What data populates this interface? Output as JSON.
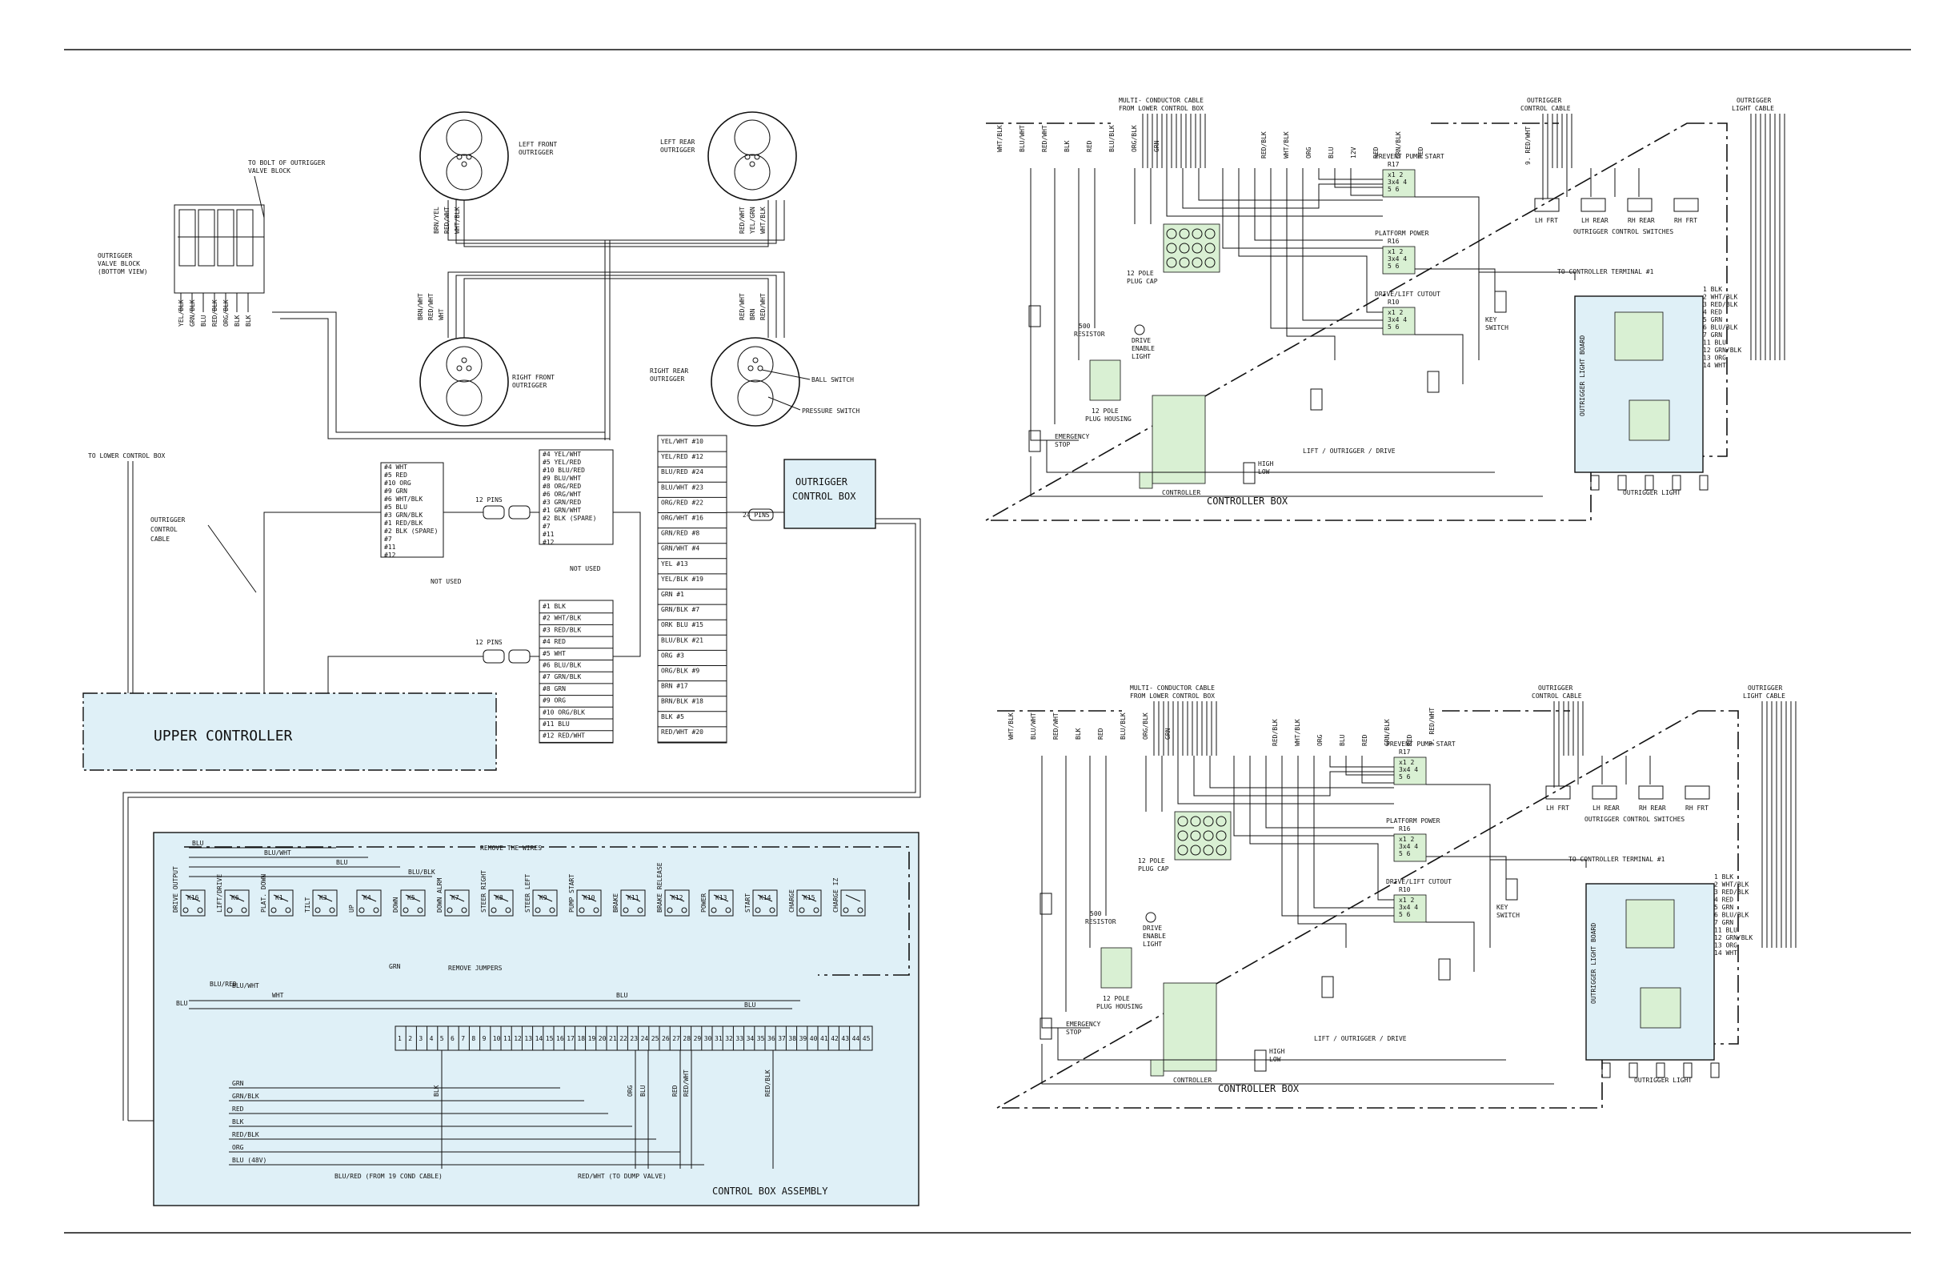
{
  "outrigger": {
    "valve_block": [
      "OUTRIGGER",
      "VALVE BLOCK",
      "(BOTTOM VIEW)"
    ],
    "to_bolt": [
      "TO BOLT OF OUTRIGGER",
      "VALVE BLOCK"
    ],
    "valve_wires": [
      "YEL/BLK",
      "GRN/BLK",
      "BLU",
      "RED/BLK",
      "ORG/BLK",
      "BLK",
      "BLK"
    ],
    "left_front": [
      "LEFT FRONT",
      "OUTRIGGER"
    ],
    "left_rear": [
      "LEFT REAR",
      "OUTRIGGER"
    ],
    "right_front": [
      "RIGHT FRONT",
      "OUTRIGGER"
    ],
    "right_rear": [
      "RIGHT REAR",
      "OUTRIGGER"
    ],
    "ball_switch": "BALL SWITCH",
    "pressure_switch": "PRESSURE SWITCH",
    "lf_wires": [
      "BRN/YEL",
      "RED/WHT",
      "WHT/BLK"
    ],
    "lr_wires": [
      "RED/WHT",
      "YEL/GRN",
      "WHT/BLK"
    ],
    "rf_wires": [
      "BRN/WHT",
      "RED/WHT",
      "WHT"
    ],
    "rr_wires": [
      "RED/WHT",
      "BRN",
      "RED/WHT"
    ]
  },
  "upper_left": {
    "to_lower_control_box": "TO LOWER CONTROL BOX",
    "outrigger_control_cable": [
      "OUTRIGGER",
      "CONTROL",
      "CABLE"
    ],
    "pins_12a": "12 PINS",
    "pins_12b": "12 PINS",
    "pins_24": "24 PINS",
    "outrigger_control_box": [
      "OUTRIGGER",
      "CONTROL BOX"
    ],
    "upper_controller": "UPPER CONTROLLER",
    "conn_a": [
      "#4  WHT",
      "#5  RED",
      "#10  ORG",
      "#9  GRN",
      "#6  WHT/BLK",
      "#5  BLU",
      "#3  GRN/BLK",
      "#1  RED/BLK",
      "#2  BLK (SPARE)",
      "#7",
      "#11",
      "#12"
    ],
    "conn_a_notused": "NOT USED",
    "conn_b": [
      "#4  YEL/WHT",
      "#5  YEL/RED",
      "#10  BLU/RED",
      "#9  BLU/WHT",
      "#8  ORG/RED",
      "#6  ORG/WHT",
      "#3  GRN/RED",
      "#1  GRN/WHT",
      "#2  BLK (SPARE)",
      "#7",
      "#11",
      "#12"
    ],
    "conn_b_notused": "NOT USED",
    "conn_c": [
      "#1  BLK",
      "#2  WHT/BLK",
      "#3  RED/BLK",
      "#4  RED",
      "#5  WHT",
      "#6  BLU/BLK",
      "#7  GRN/BLK",
      "#8  GRN",
      "#9  ORG",
      "#10  ORG/BLK",
      "#11  BLU",
      "#12  RED/WHT"
    ],
    "conn_24": [
      "YEL/WHT #10",
      "YEL/RED #12",
      "BLU/RED #24",
      "BLU/WHT #23",
      "ORG/RED #22",
      "ORG/WHT #16",
      "GRN/RED #8",
      "GRN/WHT #4",
      "YEL #13",
      "YEL/BLK #19",
      "GRN #1",
      "GRN/BLK #7",
      "ORK BLU #15",
      "BLU/BLK #21",
      "ORG #3",
      "ORG/BLK #9",
      "BRN #17",
      "BRN/BLK #18",
      "BLK #5",
      "RED/WHT #20"
    ]
  },
  "control_box": {
    "title": "CONTROL BOX  ASSEMBLY",
    "remove_wires": "REMOVE THE WIRES",
    "remove_jumpers": "REMOVE JUMPERS",
    "relays": [
      "DRIVE OUTPUT",
      "LIFT/DRIVE",
      "PLAT. DOWN",
      "TILT",
      "UP",
      "DOWN",
      "DOWN ALRM",
      "STEER RIGHT",
      "STEER LEFT",
      "PUMP START",
      "BRAKE",
      "BRAKE RELEASE",
      "POWER",
      "START",
      "CHARGE",
      "CHARGE IZ"
    ],
    "relay_ids": [
      "K16",
      "K6",
      "K1",
      "K3",
      "K4",
      "K5",
      "K7",
      "K8",
      "K9",
      "K10",
      "K11",
      "K12",
      "K13",
      "K14",
      "K15"
    ],
    "wires_top": [
      "BLU",
      "BLU/WHT",
      "BLU",
      "BLU/BLK"
    ],
    "wires_mid": [
      "BLU/WHT",
      "WHT",
      "BLU",
      "BLU",
      "GRN",
      "BLU/RED",
      "BLU"
    ],
    "wires_left": [
      "GRN",
      "GRN/BLK",
      "RED",
      "BLK",
      "RED/BLK",
      "ORG",
      "BLU (48V)"
    ],
    "terminal_count": 45,
    "bottom_wires": [
      "BLK",
      "ORG",
      "BLU",
      "RED",
      "RED/WHT",
      "RED/BLK"
    ],
    "blu_red": "BLU/RED (FROM 19 COND CABLE)",
    "red_wht": "RED/WHT (TO DUMP VALVE)"
  },
  "controller_top": {
    "multi_cable": [
      "MULTI- CONDUCTOR CABLE",
      "FROM LOWER CONTROL BOX"
    ],
    "outrigger_control_cable": [
      "OUTRIGGER",
      "CONTROL CABLE"
    ],
    "outrigger_light_cable": [
      "OUTRIGGER",
      "LIGHT CABLE"
    ],
    "prevent_pump_start": [
      "PREVENT PUMP START",
      "R17"
    ],
    "platform_power": [
      "PLATFORM POWER",
      "R16"
    ],
    "drive_lift_cutout": [
      "DRIVE/LIFT CUTOUT",
      "R10"
    ],
    "plug_cap": [
      "12 POLE",
      "PLUG CAP"
    ],
    "resistor": [
      "500",
      "RESISTOR"
    ],
    "drive_enable": [
      "DRIVE",
      "ENABLE",
      "LIGHT"
    ],
    "plug_housing": [
      "12 POLE",
      "PLUG HOUSING"
    ],
    "emergency_stop": [
      "EMERGENCY",
      "STOP"
    ],
    "controller": "CONTROLLER",
    "high_low": [
      "HIGH",
      "LOW"
    ],
    "lift_outrigger_drive": "LIFT / OUTRIGGER / DRIVE",
    "key_switch": [
      "KEY",
      "SWITCH"
    ],
    "to_terminal": "TO CONTROLLER TERMINAL #1",
    "switches": [
      "LH FRT",
      "LH REAR",
      "RH REAR",
      "RH FRT"
    ],
    "switches_caption": "OUTRIGGER CONTROL SWITCHES",
    "light_board": "OUTRIGGER LIGHT BOARD",
    "outrigger_light": "OUTRIGGER LIGHT",
    "box_label": "CONTROLLER BOX",
    "light_pins": [
      "1  BLK",
      "2  WHT/BLK",
      "3  RED/BLK",
      "4  RED",
      "5  GRN",
      "6  BLU/BLK",
      "7  GRN",
      "11  BLU",
      "12  GRN/BLK",
      "13  ORG",
      "14  WHT"
    ],
    "wires": [
      "WHT/BLK",
      "BLU/WHT",
      "RED/WHT",
      "BLK",
      "RED",
      "BLU/BLK",
      "ORG/BLK",
      "GRN",
      "RED/BLK",
      "WHT/BLK",
      "ORG",
      "BLU",
      "12V",
      "RED",
      "GRN/BLK",
      "RED",
      "9. RED/WHT"
    ]
  },
  "controller_bottom": {
    "multi_cable": [
      "MULTI- CONDUCTOR CABLE",
      "FROM LOWER CONTROL BOX"
    ],
    "outrigger_control_cable": [
      "OUTRIGGER",
      "CONTROL CABLE"
    ],
    "outrigger_light_cable": [
      "OUTRIGGER",
      "LIGHT CABLE"
    ],
    "prevent_pump_start": [
      "PREVENT PUMP START",
      "R17"
    ],
    "platform_power": [
      "PLATFORM POWER",
      "R16"
    ],
    "drive_lift_cutout": [
      "DRIVE/LIFT CUTOUT",
      "R10"
    ],
    "plug_cap": [
      "12 POLE",
      "PLUG CAP"
    ],
    "resistor": [
      "500",
      "RESISTOR"
    ],
    "drive_enable": [
      "DRIVE",
      "ENABLE",
      "LIGHT"
    ],
    "plug_housing": [
      "12 POLE",
      "PLUG HOUSING"
    ],
    "emergency_stop": [
      "EMERGENCY",
      "STOP"
    ],
    "controller": "CONTROLLER",
    "high_low": [
      "HIGH",
      "LOW"
    ],
    "lift_outrigger_drive": "LIFT / OUTRIGGER / DRIVE",
    "key_switch": [
      "KEY",
      "SWITCH"
    ],
    "to_terminal": "TO CONTROLLER TERMINAL #1",
    "switches": [
      "LH FRT",
      "LH REAR",
      "RH REAR",
      "RH FRT"
    ],
    "switches_caption": "OUTRIGGER CONTROL SWITCHES",
    "light_board": "OUTRIGGER LIGHT BOARD",
    "outrigger_light": "OUTRIGGER LIGHT",
    "box_label": "CONTROLLER BOX",
    "light_pins": [
      "1  BLK",
      "2  WHT/BLK",
      "3  RED/BLK",
      "4  RED",
      "5  GRN",
      "6  BLU/BLK",
      "7  GRN",
      "11  BLU",
      "12  GRN/BLK",
      "13  ORG",
      "14  WHT"
    ],
    "wires": [
      "WHT/BLK",
      "BLU/WHT",
      "RED/WHT",
      "BLK",
      "RED",
      "BLU/BLK",
      "ORG/BLK",
      "GRN",
      "RED/BLK",
      "WHT/BLK",
      "ORG",
      "BLU",
      "RED",
      "GRN/BLK",
      "RED",
      "9. RED/WHT"
    ]
  }
}
